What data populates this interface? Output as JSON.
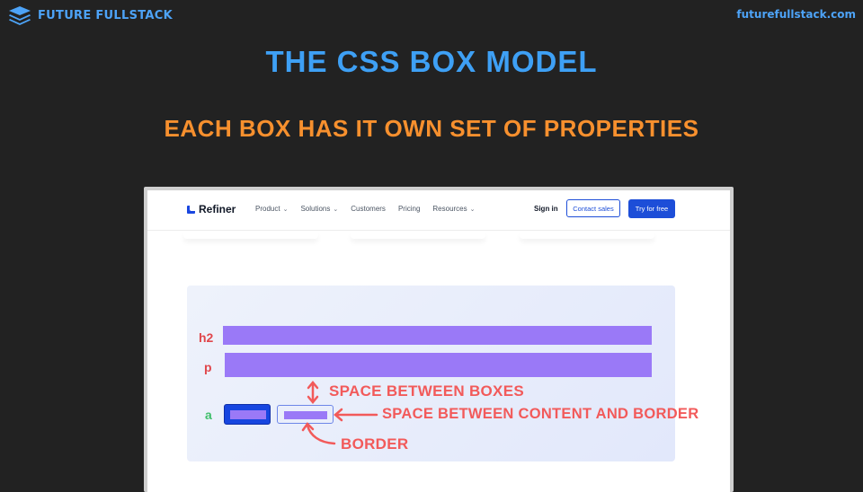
{
  "header": {
    "brand": "FUTURE FULLSTACK",
    "site": "futurefullstack.com"
  },
  "slide": {
    "title": "THE CSS BOX MODEL",
    "subtitle": "EACH BOX HAS IT OWN SET OF PROPERTIES"
  },
  "website": {
    "logo": "Refiner",
    "nav": [
      {
        "label": "Product",
        "dropdown": true
      },
      {
        "label": "Solutions",
        "dropdown": true
      },
      {
        "label": "Customers",
        "dropdown": false
      },
      {
        "label": "Pricing",
        "dropdown": false
      },
      {
        "label": "Resources",
        "dropdown": true
      }
    ],
    "sign_in": "Sign in",
    "contact": "Contact sales",
    "try": "Try for free",
    "accent": "#1d4ed8"
  },
  "diagram": {
    "labels": {
      "h2": "h2",
      "p": "p",
      "a": "a"
    },
    "label_colors": {
      "h2": "#e0474c",
      "p": "#e0474c",
      "a": "#3fbf6a"
    },
    "box_color": "#9a79f7",
    "annotations": {
      "margin": "SPACE BETWEEN BOXES",
      "padding": "SPACE BETWEEN CONTENT AND BORDER",
      "border": "BORDER"
    },
    "annotation_color": "#f25a5a"
  }
}
